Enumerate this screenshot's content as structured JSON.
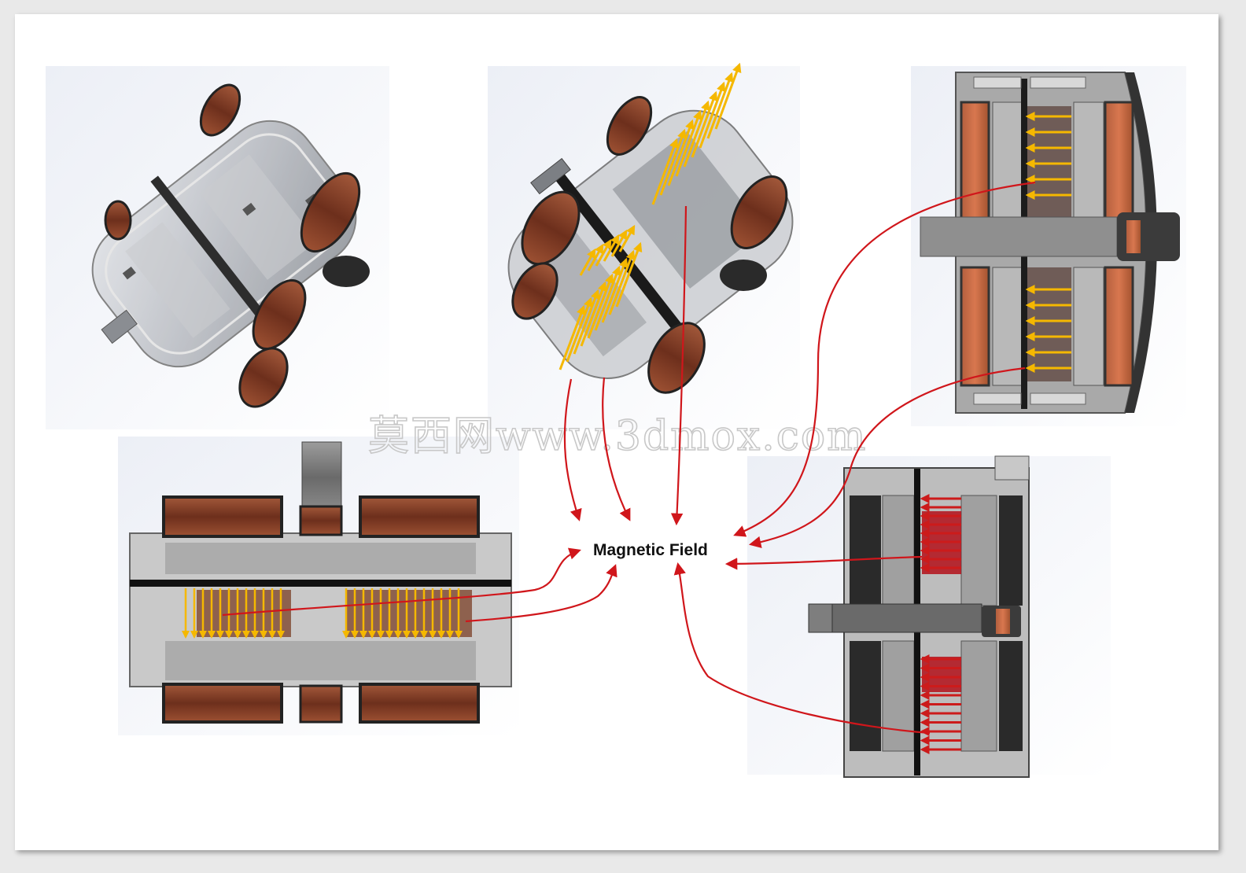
{
  "diagram": {
    "center_label": "Magnetic Field",
    "watermark": "莫西网www.3dmox.com"
  },
  "colors": {
    "page_background": "#ffffff",
    "frame_shadow": "#9a9a9a",
    "field_arrow_primary": "#f5b800",
    "field_arrow_secondary": "#cc1b1b",
    "pointer_arrow": "#d0161b",
    "coil_copper": "#7a3a25",
    "housing_gray": "#bfbfbf",
    "dark_steel": "#2a2a2a"
  },
  "panels": [
    {
      "id": "panel-iso-transparent",
      "kind": "isometric transparent housing render"
    },
    {
      "id": "panel-iso-cutaway",
      "kind": "isometric cutaway with yellow field arrows"
    },
    {
      "id": "panel-section-right",
      "kind": "cross-section with yellow field arrows"
    },
    {
      "id": "panel-section-bottom-left",
      "kind": "front section with vertical yellow field arrows"
    },
    {
      "id": "panel-section-bottom-right",
      "kind": "cross-section with red field arrows"
    }
  ]
}
